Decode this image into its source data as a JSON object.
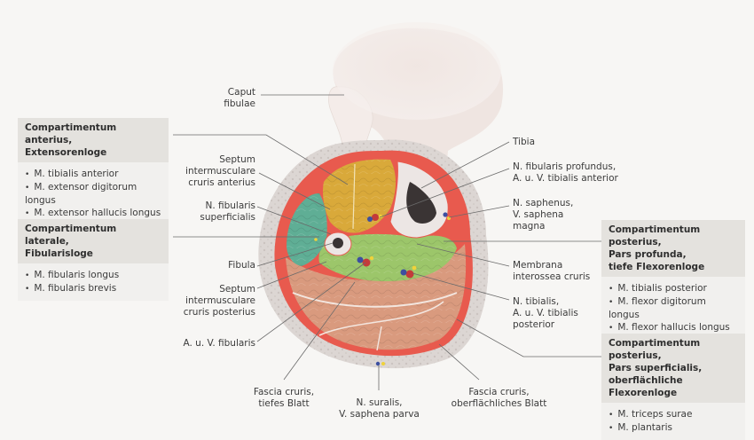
{
  "figure": {
    "title": "Querschnitt durch den Unterschenkel – Muskellogen",
    "colors": {
      "anterior": "#d9a93a",
      "lateral": "#5fae95",
      "posterior_deep": "#9cc66a",
      "posterior_superficial": "#d99a7e",
      "fascia": "#e4524a",
      "bone": "#ece6e4",
      "marrow": "#3a3434",
      "skin": "#d8d2cf",
      "background": "#f7f6f4",
      "box_header": "#e4e2de",
      "box_body": "#f1f0ee"
    }
  },
  "labels": {
    "caput_fibulae": [
      "Caput",
      "fibulae"
    ],
    "septum_anterius": [
      "Septum",
      "intermusculare",
      "cruris anterius"
    ],
    "n_fibularis_superficialis": [
      "N. fibularis",
      "superficialis"
    ],
    "fibula": [
      "Fibula"
    ],
    "septum_posterius": [
      "Septum",
      "intermusculare",
      "cruris posterius"
    ],
    "a_v_fibularis": [
      "A. u. V. fibularis"
    ],
    "fascia_tiefes": [
      "Fascia cruris,",
      "tiefes Blatt"
    ],
    "n_suralis": [
      "N. suralis,",
      "V. saphena parva"
    ],
    "fascia_oberflaechlich": [
      "Fascia cruris,",
      "oberflächliches Blatt"
    ],
    "tibia": [
      "Tibia"
    ],
    "n_fibularis_profundus": [
      "N. fibularis profundus,",
      "A. u. V. tibialis anterior"
    ],
    "n_saphenus": [
      "N. saphenus,",
      "V. saphena",
      "magna"
    ],
    "membrana_interossea": [
      "Membrana",
      "interossea cruris"
    ],
    "n_tibialis": [
      "N. tibialis,",
      "A. u. V. tibialis",
      "posterior"
    ]
  },
  "compartments": [
    {
      "id": "anterior",
      "title": [
        "Compartimentum anterius,",
        "Extensorenloge"
      ],
      "muscles": [
        "M. tibialis anterior",
        "M. extensor digitorum longus",
        "M. extensor hallucis longus"
      ]
    },
    {
      "id": "lateral",
      "title": [
        "Compartimentum laterale,",
        "Fibularisloge"
      ],
      "muscles": [
        "M. fibularis longus",
        "M. fibularis brevis"
      ]
    },
    {
      "id": "posterior_deep",
      "title": [
        "Compartimentum posterius,",
        "Pars profunda,",
        "tiefe Flexorenloge"
      ],
      "muscles": [
        "M. tibialis posterior",
        "M. flexor digitorum longus",
        "M. flexor hallucis longus"
      ]
    },
    {
      "id": "posterior_superficial",
      "title": [
        "Compartimentum posterius,",
        "Pars superficialis,",
        "oberflächliche Flexorenloge"
      ],
      "muscles": [
        "M. triceps surae",
        "M. plantaris"
      ]
    }
  ]
}
